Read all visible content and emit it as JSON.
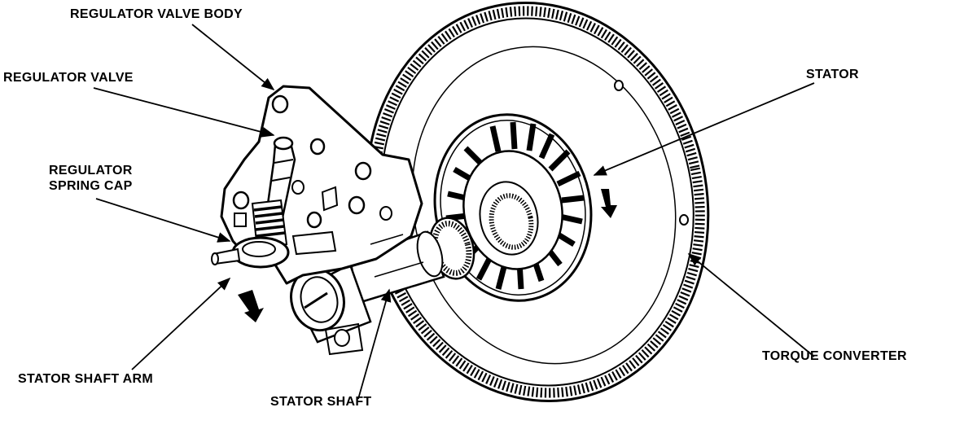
{
  "labels": {
    "regulator_valve_body": "REGULATOR VALVE BODY",
    "regulator_valve": "REGULATOR VALVE",
    "regulator_spring_cap_line1": "REGULATOR",
    "regulator_spring_cap_line2": "SPRING CAP",
    "stator": "STATOR",
    "torque_converter": "TORQUE CONVERTER",
    "stator_shaft_arm": "STATOR SHAFT ARM",
    "stator_shaft": "STATOR SHAFT"
  },
  "colors": {
    "ink": "#000000",
    "paper": "#ffffff"
  }
}
